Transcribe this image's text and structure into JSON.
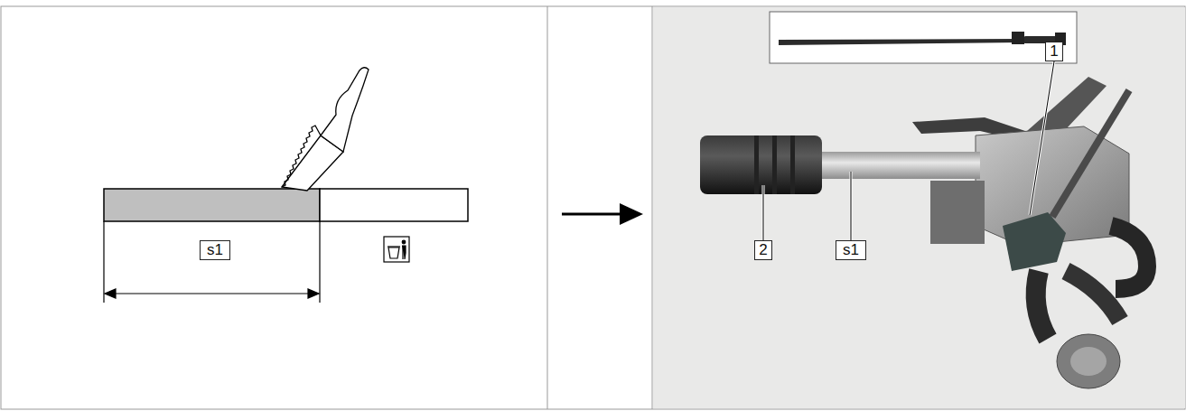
{
  "diagram": {
    "labels": [
      "s1",
      "s1",
      "1",
      "2"
    ]
  }
}
